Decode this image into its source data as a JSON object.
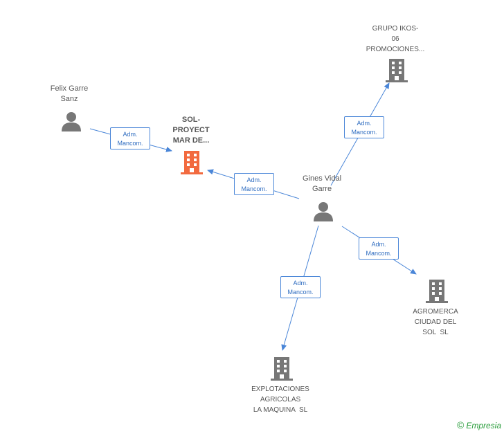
{
  "colors": {
    "edge": "#4a86d8",
    "person": "#777777",
    "company": "#777777",
    "focus_company": "#f26a3f",
    "brand": "#2a9d3c"
  },
  "nodes": {
    "felix": {
      "name_lines": [
        "Felix Garre",
        "Sanz"
      ],
      "icon": "person-icon"
    },
    "sol": {
      "name_lines": [
        "SOL-",
        "PROYECT",
        "MAR DE..."
      ],
      "icon": "building-icon"
    },
    "gines": {
      "name_lines": [
        "Gines Vidal",
        "Garre"
      ],
      "icon": "person-icon"
    },
    "ikos": {
      "name_lines": [
        "GRUPO IKOS-",
        "06",
        "PROMOCIONES..."
      ],
      "icon": "building-icon"
    },
    "agromerca": {
      "name_lines": [
        "AGROMERCA",
        "CIUDAD DEL",
        "SOL  SL"
      ],
      "icon": "building-icon"
    },
    "explotaciones": {
      "name_lines": [
        "EXPLOTACIONES",
        "AGRICOLAS",
        "LA MAQUINA  SL"
      ],
      "icon": "building-icon"
    }
  },
  "edges": [
    {
      "from": "felix",
      "to": "sol",
      "label_lines": [
        "Adm.",
        "Mancom."
      ]
    },
    {
      "from": "gines",
      "to": "sol",
      "label_lines": [
        "Adm.",
        "Mancom."
      ]
    },
    {
      "from": "gines",
      "to": "ikos",
      "label_lines": [
        "Adm.",
        "Mancom."
      ]
    },
    {
      "from": "gines",
      "to": "agromerca",
      "label_lines": [
        "Adm.",
        "Mancom."
      ]
    },
    {
      "from": "gines",
      "to": "explotaciones",
      "label_lines": [
        "Adm.",
        "Mancom."
      ]
    }
  ],
  "brand": {
    "copyright": "©",
    "name": "Empresia"
  }
}
